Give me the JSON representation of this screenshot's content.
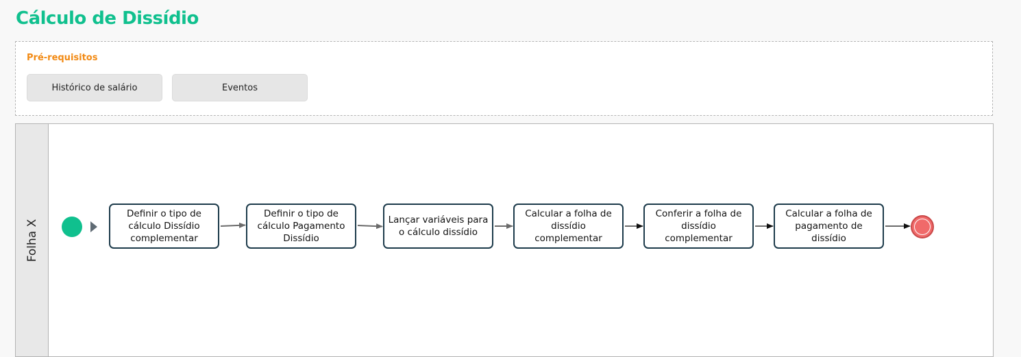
{
  "page": {
    "title": "Cálculo de Dissídio"
  },
  "prerequisites": {
    "label": "Pré-requisitos",
    "items": [
      {
        "label": "Histórico de salário"
      },
      {
        "label": "Eventos"
      }
    ]
  },
  "lane": {
    "title": "Folha X"
  },
  "tasks": [
    {
      "lines": [
        "Definir o tipo de",
        "cálculo Dissídio",
        "complementar"
      ]
    },
    {
      "lines": [
        "Definir o tipo de",
        "cálculo Pagamento",
        "Dissídio"
      ]
    },
    {
      "lines": [
        "Lançar variáveis para",
        "o cálculo dissídio"
      ]
    },
    {
      "lines": [
        "Calcular a folha de",
        "dissídio",
        "complementar"
      ]
    },
    {
      "lines": [
        "Conferir a folha de",
        "dissídio",
        "complementar"
      ]
    },
    {
      "lines": [
        "Calcular a folha de",
        "pagamento de",
        "dissídio"
      ]
    }
  ],
  "colors": {
    "title": "#10c08e",
    "prereq_label": "#f28a14",
    "start_event": "#10c08e",
    "end_event": "#f06a6a",
    "task_border": "#1c3a4a"
  }
}
